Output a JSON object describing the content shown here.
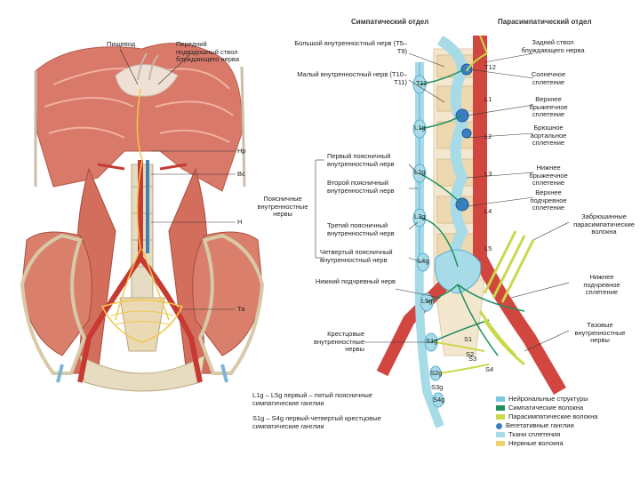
{
  "headers": {
    "sympathetic": "Симпатический отдел",
    "parasympathetic": "Парасимпатический отдел"
  },
  "left_panel": {
    "top_labels": [
      "Пищевод",
      "Передний подвздошный ствол блуждающего нерва"
    ],
    "side_labels": [
      "Нр",
      "Вс",
      "Н",
      "Та"
    ]
  },
  "center_labels": {
    "greater_splanchnic": "Большой внутренностный нерв (T5–T9)",
    "lesser_splanchnic": "Малый внутренностный нерв (T10–T11)",
    "lumbar1": "Первый поясничный внутренностный нерв",
    "lumbar2": "Второй поясничный внутренностный нерв",
    "lumbar_group": "Поясничные внутренностные нервы",
    "lumbar3": "Третий поясничный внутренностный нерв",
    "lumbar4": "Четвертый поясничный внутренностный нерв",
    "hypogastric": "Нижний подчревный нерв",
    "sacral_splanchnic": "Крестцовые внутренностные нервы"
  },
  "right_labels": {
    "posterior_vagal": "Задний ствол блуждающего нерва",
    "celiac": "Солнечное сплетение",
    "superior_mesenteric": "Верхнее брыжеечное сплетение",
    "aortic": "Брюшное аортальное сплетение",
    "inferior_mesenteric": "Нижнее брыжеечное сплетение",
    "superior_hypogastric": "Верхнее подчревное сплетение",
    "pelvic_para": "Забрюшинные парасимпатические волокна",
    "inferior_hypogastric": "Нижнее подчревное сплетение",
    "pelvic_splanchnic": "Тазовые внутренностные нервы"
  },
  "vertebra_labels": [
    "T12",
    "L1",
    "L2",
    "L3",
    "L4",
    "L5",
    "S1",
    "S2",
    "S3",
    "S4"
  ],
  "ganglion_labels": [
    "T12",
    "L1g",
    "L2g",
    "L3g",
    "L4g",
    "L5g",
    "S1g",
    "S2g",
    "S3g",
    "S4g"
  ],
  "notes": {
    "lumbar_ganglia": "L1g – L5g первый – пятый поясничные\nсимпатические ганглии",
    "sacral_ganglia": "S1g – S4g первый-четвертый крестцовые\nсимпатические ганглии"
  },
  "legend": [
    {
      "label": "Нейрональные структуры",
      "color": "#7ec8e3"
    },
    {
      "label": "Симпатические волокна",
      "color": "#1f8f5f"
    },
    {
      "label": "Парасимпатические волокна",
      "color": "#c9d94a"
    },
    {
      "label": "Вегетативные ганглии",
      "color": "#3a7fc4"
    },
    {
      "label": "Ткани сплетения",
      "color": "#a8dbe8"
    },
    {
      "label": "Нервные волокна",
      "color": "#f2d36b"
    }
  ]
}
